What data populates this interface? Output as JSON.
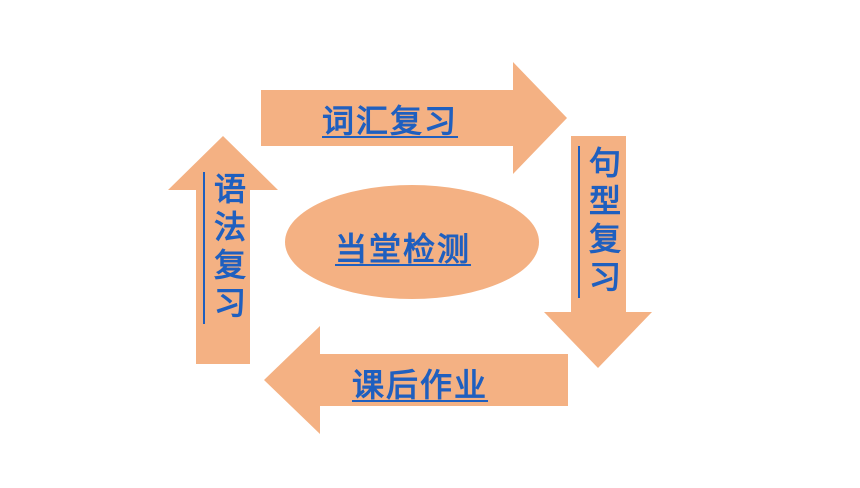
{
  "colors": {
    "shape_fill": "#F4B183",
    "link_text": "#1F5FBF",
    "background": "#FFFFFF"
  },
  "diagram": {
    "top_arrow_label": "词汇复习",
    "right_arrow_label": "句型复习",
    "bottom_arrow_label": "课后作业",
    "left_arrow_label": "语法复习",
    "center_label": "当堂检测"
  }
}
